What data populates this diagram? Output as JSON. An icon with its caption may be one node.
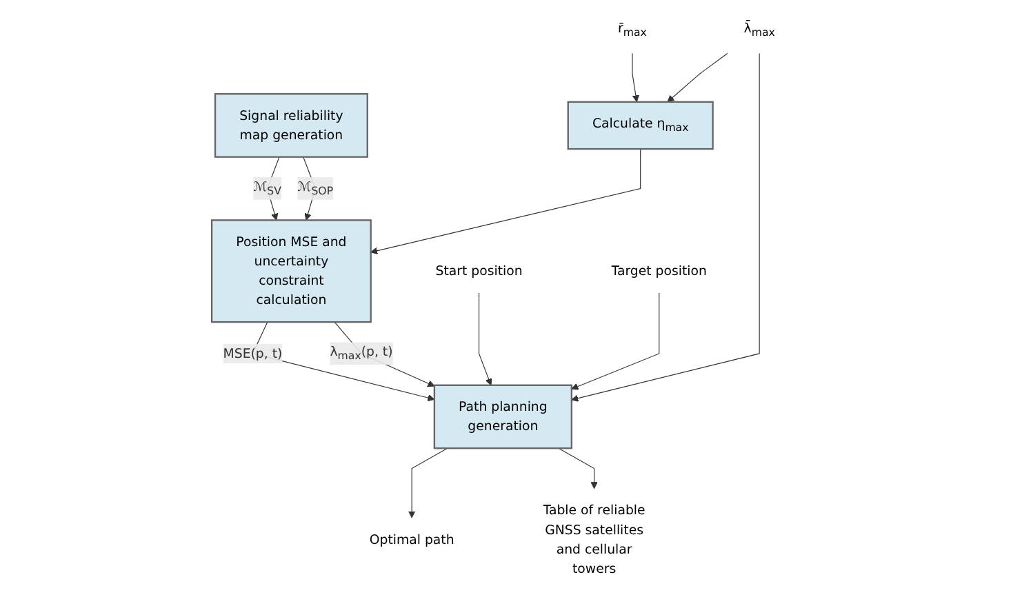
{
  "diagram": {
    "nodes": [
      {
        "text": [
          "Signal reliability map generation"
        ]
      },
      {
        "text": [
          "Position MSE and uncertainty constraint calculation"
        ]
      },
      {
        "text": [
          "Calculate η$_{max}$"
        ]
      },
      {
        "text": [
          "Path planning generation"
        ]
      },
      {
        "text": [
          "r̄$_{max}$"
        ]
      },
      {
        "text": [
          "λ̄$_{max}$"
        ]
      },
      {
        "text": [
          "Start position"
        ]
      },
      {
        "text": [
          "Target position"
        ]
      },
      {
        "text": [
          "Optimal path"
        ]
      },
      {
        "text": [
          "Table of reliable GNSS satellites and cellular towers"
        ]
      }
    ],
    "edges": [
      {
        "from": 0,
        "to": 1,
        "arrow": "to",
        "label": "ℳ$_{SV}$"
      },
      {
        "from": 0,
        "to": 1,
        "arrow": "to",
        "label": "ℳ$_{SOP}$"
      },
      {
        "from": 4,
        "to": 2,
        "arrow": "to"
      },
      {
        "from": 5,
        "to": 2,
        "arrow": "to"
      },
      {
        "from": 2,
        "to": 1,
        "arrow": "to"
      },
      {
        "from": 5,
        "to": 3,
        "arrow": "to"
      },
      {
        "from": 1,
        "to": 3,
        "arrow": "to",
        "label": "MSE(p, t)"
      },
      {
        "from": 1,
        "to": 3,
        "arrow": "to",
        "label": "λ$_{max}$(p, t)"
      },
      {
        "from": 6,
        "to": 3,
        "arrow": "to"
      },
      {
        "from": 7,
        "to": 3,
        "arrow": "to"
      },
      {
        "from": 3,
        "to": 8,
        "arrow": "to"
      },
      {
        "from": 3,
        "to": 9,
        "arrow": "to"
      }
    ]
  }
}
